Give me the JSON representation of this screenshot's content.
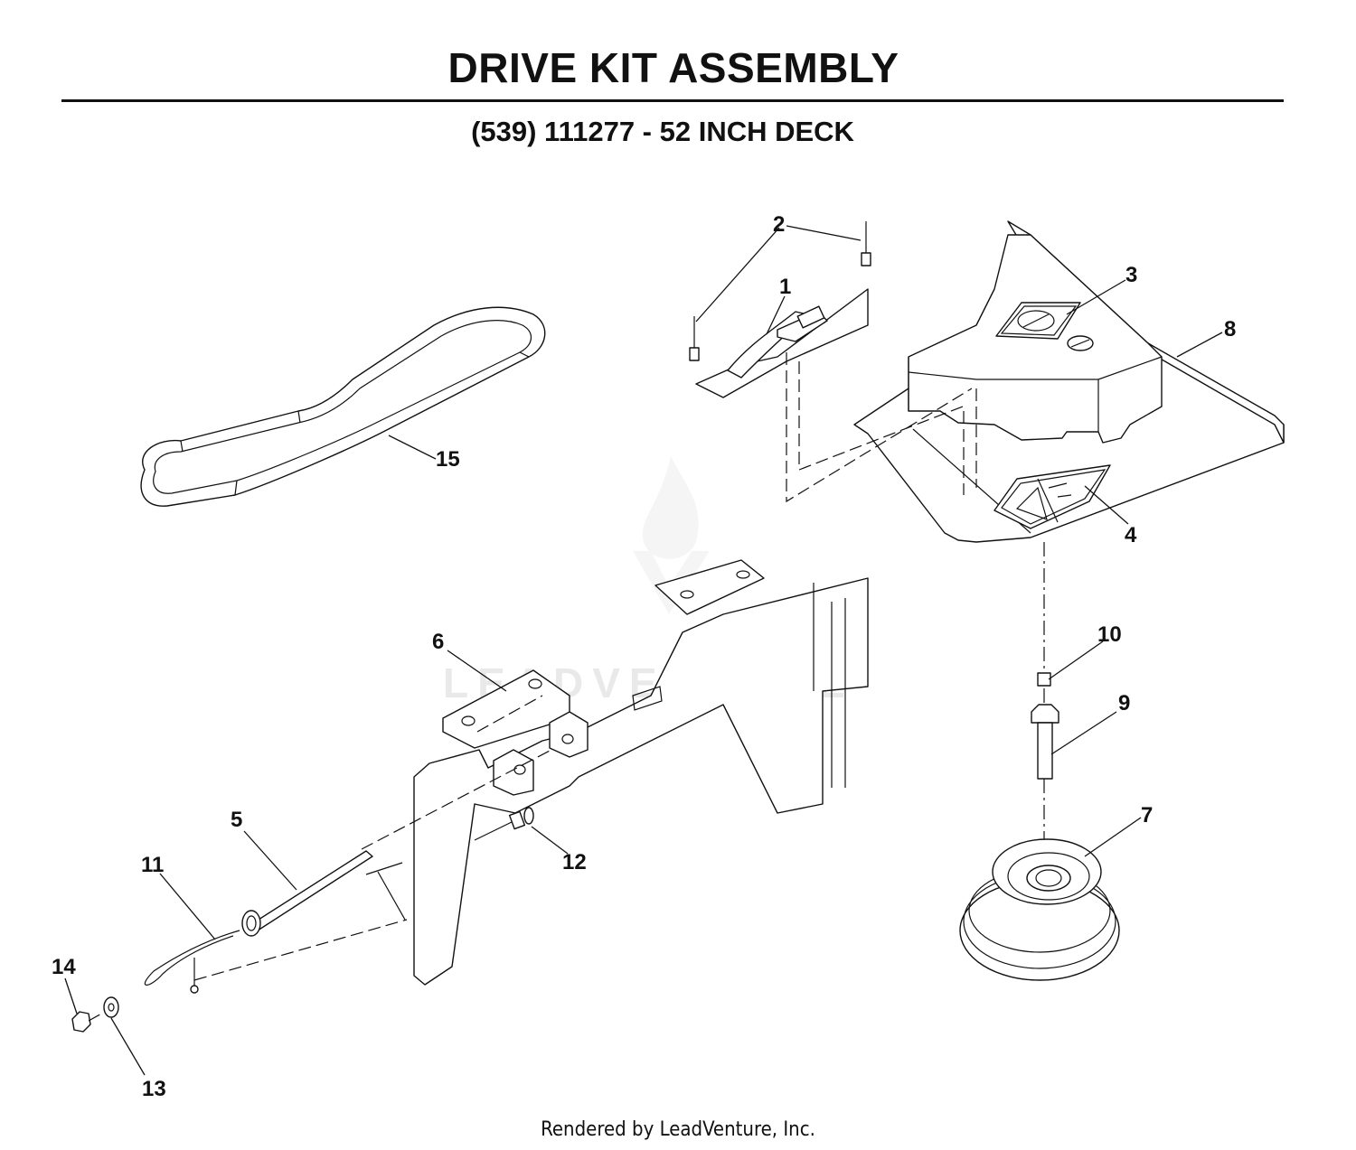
{
  "title": "DRIVE KIT ASSEMBLY",
  "subtitle": "(539) 111277 - 52 INCH DECK",
  "footer": "Rendered by LeadVenture, Inc.",
  "watermark": "LEADVENTURE",
  "callouts": {
    "c1": "1",
    "c2": "2",
    "c3": "3",
    "c4": "4",
    "c5": "5",
    "c6": "6",
    "c7": "7",
    "c8": "8",
    "c9": "9",
    "c10": "10",
    "c11": "11",
    "c12": "12",
    "c13": "13",
    "c14": "14",
    "c15": "15"
  }
}
